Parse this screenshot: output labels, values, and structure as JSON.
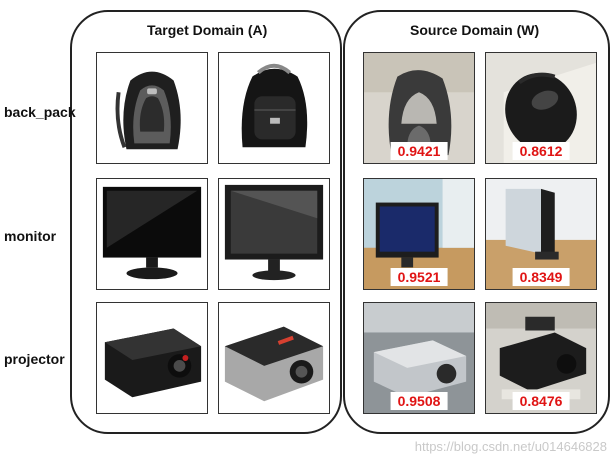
{
  "target_domain": {
    "title": "Target Domain (A)"
  },
  "source_domain": {
    "title": "Source Domain (W)"
  },
  "rows": [
    {
      "label": "back_pack",
      "scores": [
        "0.9421",
        "0.8612"
      ]
    },
    {
      "label": "monitor",
      "scores": [
        "0.9521",
        "0.8349"
      ]
    },
    {
      "label": "projector",
      "scores": [
        "0.9508",
        "0.8476"
      ]
    }
  ],
  "score_color": "#e01414",
  "watermark": "https://blog.csdn.net/u014646828"
}
